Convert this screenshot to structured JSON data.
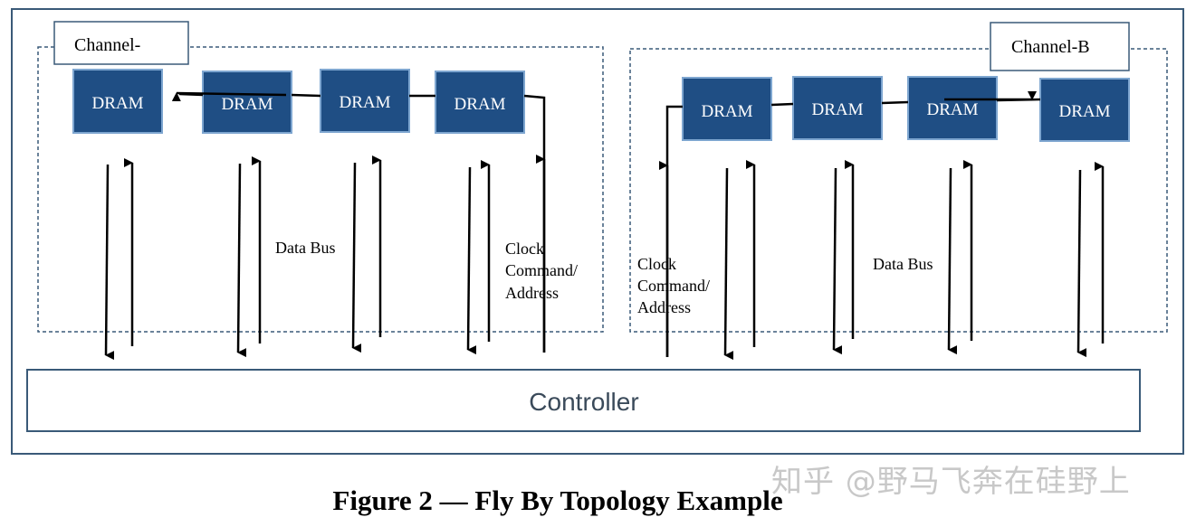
{
  "diagram": {
    "caption": "Figure 2 — Fly By Topology Example",
    "controller_label": "Controller",
    "channel_a": {
      "label": "Channel-",
      "dram_labels": [
        "DRAM",
        "DRAM",
        "DRAM",
        "DRAM"
      ],
      "data_bus_label": "Data Bus",
      "clock_label_lines": [
        "Clock",
        "Command/",
        "Address"
      ]
    },
    "channel_b": {
      "label": "Channel-B",
      "dram_labels": [
        "DRAM",
        "DRAM",
        "DRAM",
        "DRAM"
      ],
      "data_bus_label": "Data Bus",
      "clock_label_lines": [
        "Clock",
        "Command/",
        "Address"
      ]
    },
    "watermark": "知乎 @野马飞奔在硅野上",
    "colors": {
      "frame": "#3a5a78",
      "dram_fill": "#1f4e84",
      "dram_border": "#7ea6d0",
      "dashed": "#3a5a78",
      "arrow": "#000000",
      "controller_text": "#3a4a5a"
    }
  }
}
